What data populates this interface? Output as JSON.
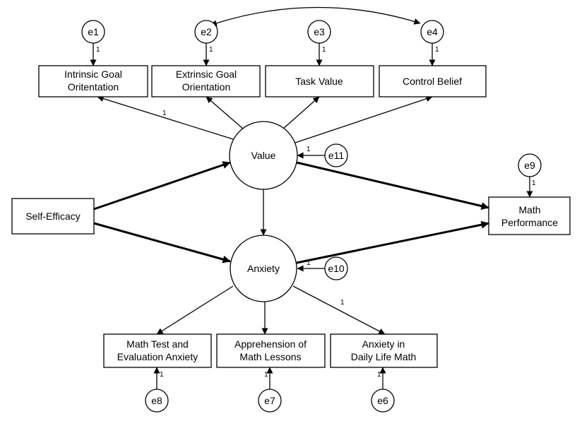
{
  "observed": {
    "intrinsic": [
      "Intrinsic Goal",
      "Oritentation"
    ],
    "extrinsic": [
      "Extrinsic Goal",
      "Orientation"
    ],
    "task": [
      "Task Value"
    ],
    "control": [
      "Control Belief"
    ],
    "selfefficacy": [
      "Self-Efficacy"
    ],
    "mathperf": [
      "Math",
      "Performance"
    ],
    "mathtest": [
      "Math Test and",
      "Evaluation Anxiety"
    ],
    "apprehension": [
      "Apprehension of",
      "Math Lessons"
    ],
    "dailylife": [
      "Anxiety in",
      "Daily Life Math"
    ]
  },
  "latent": {
    "value": "Value",
    "anxiety": "Anxiety"
  },
  "errors": {
    "e1": "e1",
    "e2": "e2",
    "e3": "e3",
    "e4": "e4",
    "e6": "e6",
    "e7": "e7",
    "e8": "e8",
    "e9": "e9",
    "e10": "e10",
    "e11": "e11"
  },
  "fixed_loading": "1"
}
